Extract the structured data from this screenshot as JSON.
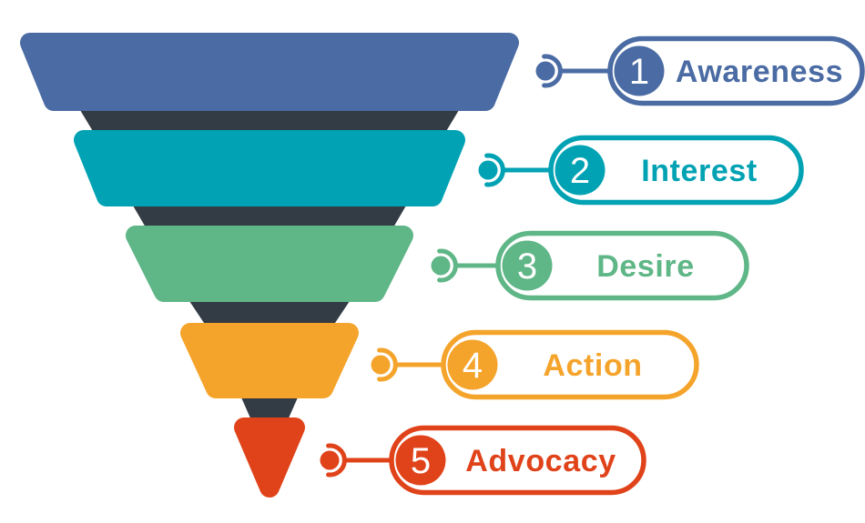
{
  "diagram": {
    "type": "funnel",
    "background_color": "#ffffff",
    "funnel_dark_color": "#333b44",
    "number_text_color": "#ffffff",
    "stages": [
      {
        "number": "1",
        "label": "Awareness",
        "color": "#4a6ba3"
      },
      {
        "number": "2",
        "label": "Interest",
        "color": "#00a2b3"
      },
      {
        "number": "3",
        "label": "Desire",
        "color": "#5fb687"
      },
      {
        "number": "4",
        "label": "Action",
        "color": "#f5a42b"
      },
      {
        "number": "5",
        "label": "Advocacy",
        "color": "#e0431a"
      }
    ]
  }
}
